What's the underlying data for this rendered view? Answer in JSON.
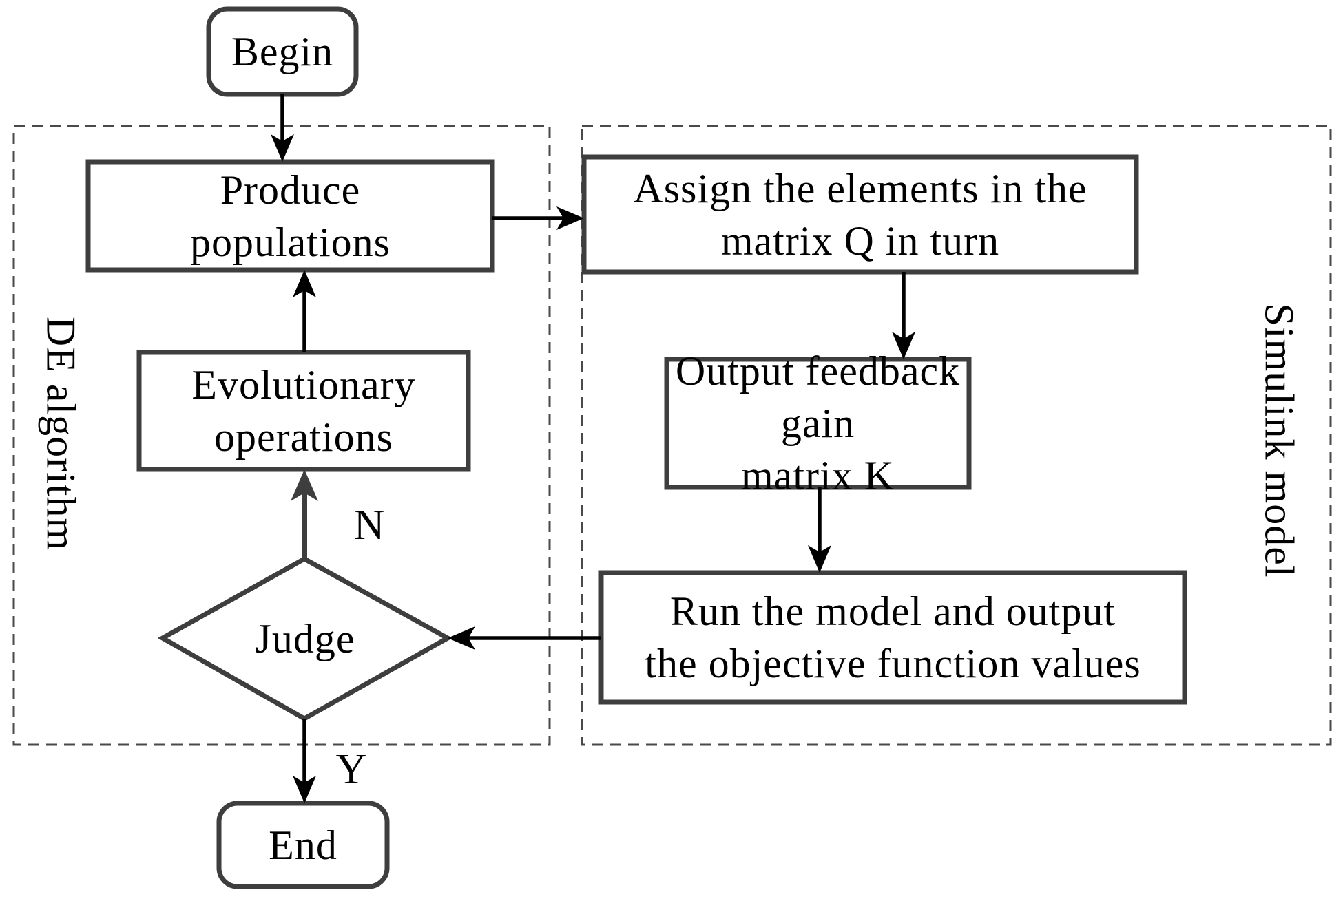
{
  "diagram": {
    "colors": {
      "line": "#3e3e3e",
      "dash": "#4a4a4a",
      "arrow": "#000000",
      "text": "#000000",
      "bg": "#ffffff"
    },
    "containers": {
      "de": {
        "label": "DE algorithm"
      },
      "simulink": {
        "label": "Simulink model"
      }
    },
    "nodes": {
      "begin": {
        "label": "Begin"
      },
      "produce": {
        "label": "Produce\npopulations"
      },
      "assign": {
        "label": "Assign the elements in the\nmatrix Q in turn"
      },
      "evolutionary": {
        "label": "Evolutionary\noperations"
      },
      "output": {
        "label": "Output feedback gain\nmatrix K"
      },
      "judge": {
        "label": "Judge"
      },
      "run": {
        "label": "Run the model and output\nthe objective function values"
      },
      "end": {
        "label": "End"
      }
    },
    "branch_labels": {
      "no": "N",
      "yes": "Y"
    }
  }
}
